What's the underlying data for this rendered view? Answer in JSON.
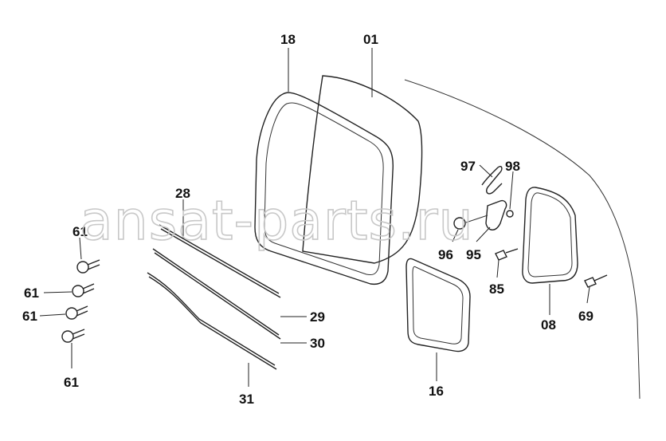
{
  "watermark": "ansat-parts.ru",
  "labels": {
    "l18": "18",
    "l01": "01",
    "l97": "97",
    "l98": "98",
    "l28": "28",
    "l61a": "61",
    "l61b": "61",
    "l61c": "61",
    "l61d": "61",
    "l96": "96",
    "l95": "95",
    "l85": "85",
    "l69": "69",
    "l08": "08",
    "l29": "29",
    "l30": "30",
    "l16": "16",
    "l31": "31"
  }
}
